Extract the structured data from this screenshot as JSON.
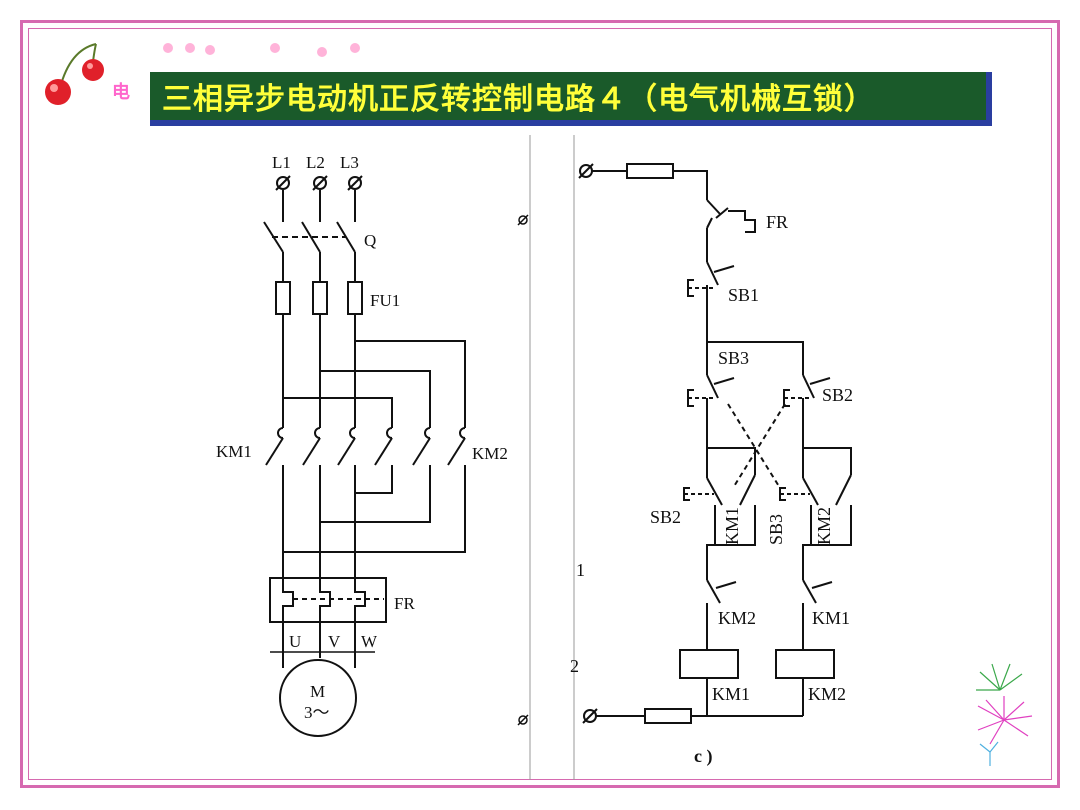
{
  "slide": {
    "title": "三相异步电动机正反转控制电路４（电气机械互锁）",
    "tab_fragment": "电"
  },
  "main_circuit": {
    "line_labels": [
      "L1",
      "L2",
      "L3"
    ],
    "switch_label": "Q",
    "fuse_label": "FU1",
    "contactor_left": "KM1",
    "contactor_right": "KM2",
    "overload_label": "FR",
    "terminal_labels": [
      "U",
      "V",
      "W"
    ],
    "motor_label": "M",
    "motor_sub": "3～"
  },
  "control_circuit": {
    "fr_label": "FR",
    "sb1_label": "SB1",
    "sb3_label": "SB3",
    "sb2_label": "SB2",
    "lower_sb2": "SB2",
    "lower_km1": "KM1",
    "lower_sb3": "SB3",
    "lower_km2": "KM2",
    "interlock_km2": "KM2",
    "interlock_km1": "KM1",
    "coil_km1": "KM1",
    "coil_km2": "KM2",
    "caption": "c )"
  },
  "stray_marks": {
    "mark_1": "1",
    "mark_2": "2"
  },
  "colors": {
    "frame": "#d66ab0",
    "title_bg": "#1a5a2a",
    "title_text": "#ffff3a",
    "title_shadow": "#2a3ea0"
  }
}
